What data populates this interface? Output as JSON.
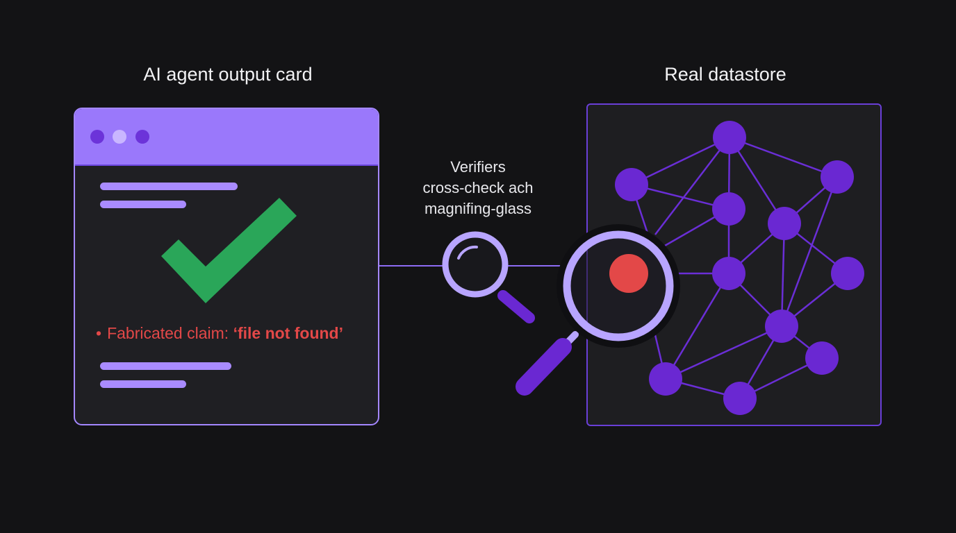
{
  "left_panel": {
    "title": "AI agent output card",
    "claim_bullet": "•",
    "claim_prefix": "Fabricated claim: ",
    "claim_quote": "‘file not found’"
  },
  "center": {
    "verifier_lines": [
      "Verifiers",
      "cross-check ach",
      "magnifing-glass"
    ]
  },
  "right_panel": {
    "title": "Real datastore"
  },
  "colors": {
    "background": "#131315",
    "purple_accent": "#9a78fb",
    "node_purple": "#6a28d2",
    "check_green": "#2aa659",
    "error_red": "#e34848"
  },
  "icons": {
    "check": "checkmark-icon",
    "small_magnifier": "magnifying-glass-icon",
    "large_magnifier": "magnifying-glass-icon",
    "highlight_node": "red-node"
  }
}
